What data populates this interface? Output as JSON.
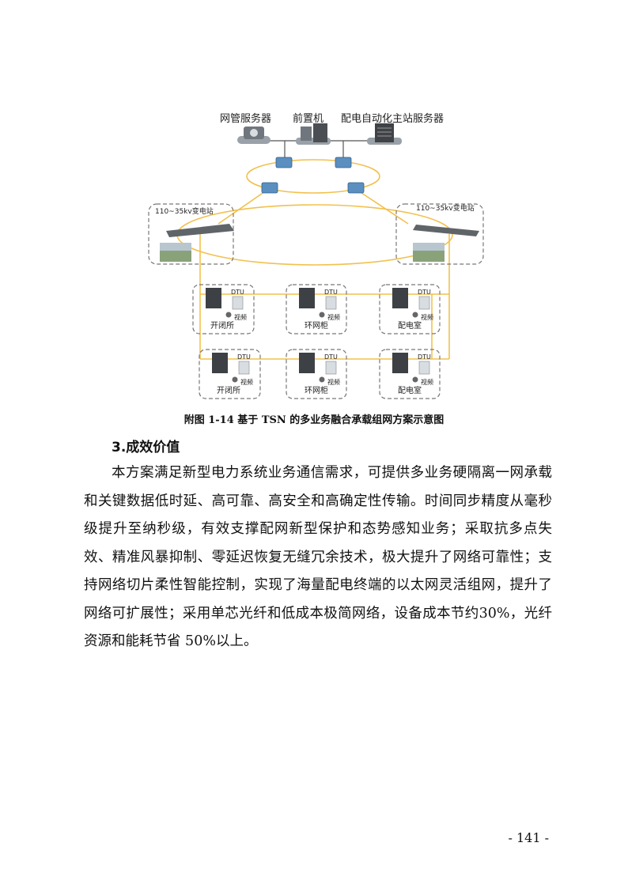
{
  "figure": {
    "labels": {
      "nms_server": "网管服务器",
      "front_processor": "前置机",
      "master_server": "配电自动化主站服务器",
      "substation_left": "110~35kv变电站",
      "substation_right": "110~35kv变电站",
      "dtu": "DTU",
      "video": "视频",
      "switching_station": "开闭所",
      "ring_main_unit": "环网柜",
      "distribution_room": "配电室"
    },
    "colors": {
      "ring_line": "#f2c14e",
      "server_line": "#555555",
      "dashed_box": "#777777"
    }
  },
  "caption": "附图 1-14 基于 TSN 的多业务融合承载组网方案示意图",
  "section_heading": "3.成效价值",
  "body_text": "本方案满足新型电力系统业务通信需求，可提供多业务硬隔离一网承载和关键数据低时延、高可靠、高安全和高确定性传输。时间同步精度从毫秒级提升至纳秒级，有效支撑配网新型保护和态势感知业务；采取抗多点失效、精准风暴抑制、零延迟恢复无缝冗余技术，极大提升了网络可靠性；支持网络切片柔性智能控制，实现了海量配电终端的以太网灵活组网，提升了网络可扩展性；采用单芯光纤和低成本极简网络，设备成本节约30%，光纤资源和能耗节省 50%以上。",
  "page_number": "- 141 -"
}
